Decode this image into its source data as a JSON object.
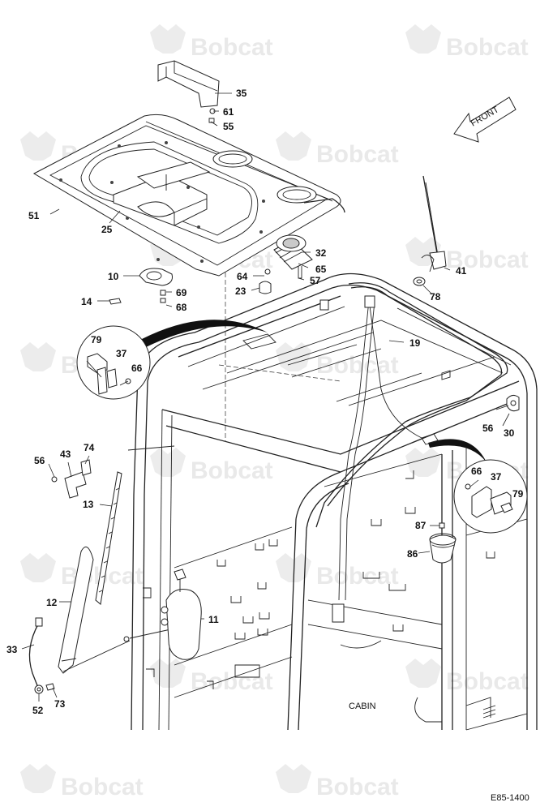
{
  "watermark": {
    "brand": "Bobcat"
  },
  "front_arrow": {
    "label": "FRONT"
  },
  "assembly_label": "CABIN",
  "drawing_number": "E85-1400",
  "callouts": [
    "35",
    "61",
    "55",
    "51",
    "25",
    "32",
    "65",
    "57",
    "64",
    "23",
    "10",
    "69",
    "68",
    "14",
    "41",
    "78",
    "19",
    "79",
    "37",
    "66",
    "56",
    "30",
    "43",
    "74",
    "13",
    "12",
    "33",
    "52",
    "73",
    "11",
    "87",
    "86",
    "66",
    "37",
    "79"
  ]
}
